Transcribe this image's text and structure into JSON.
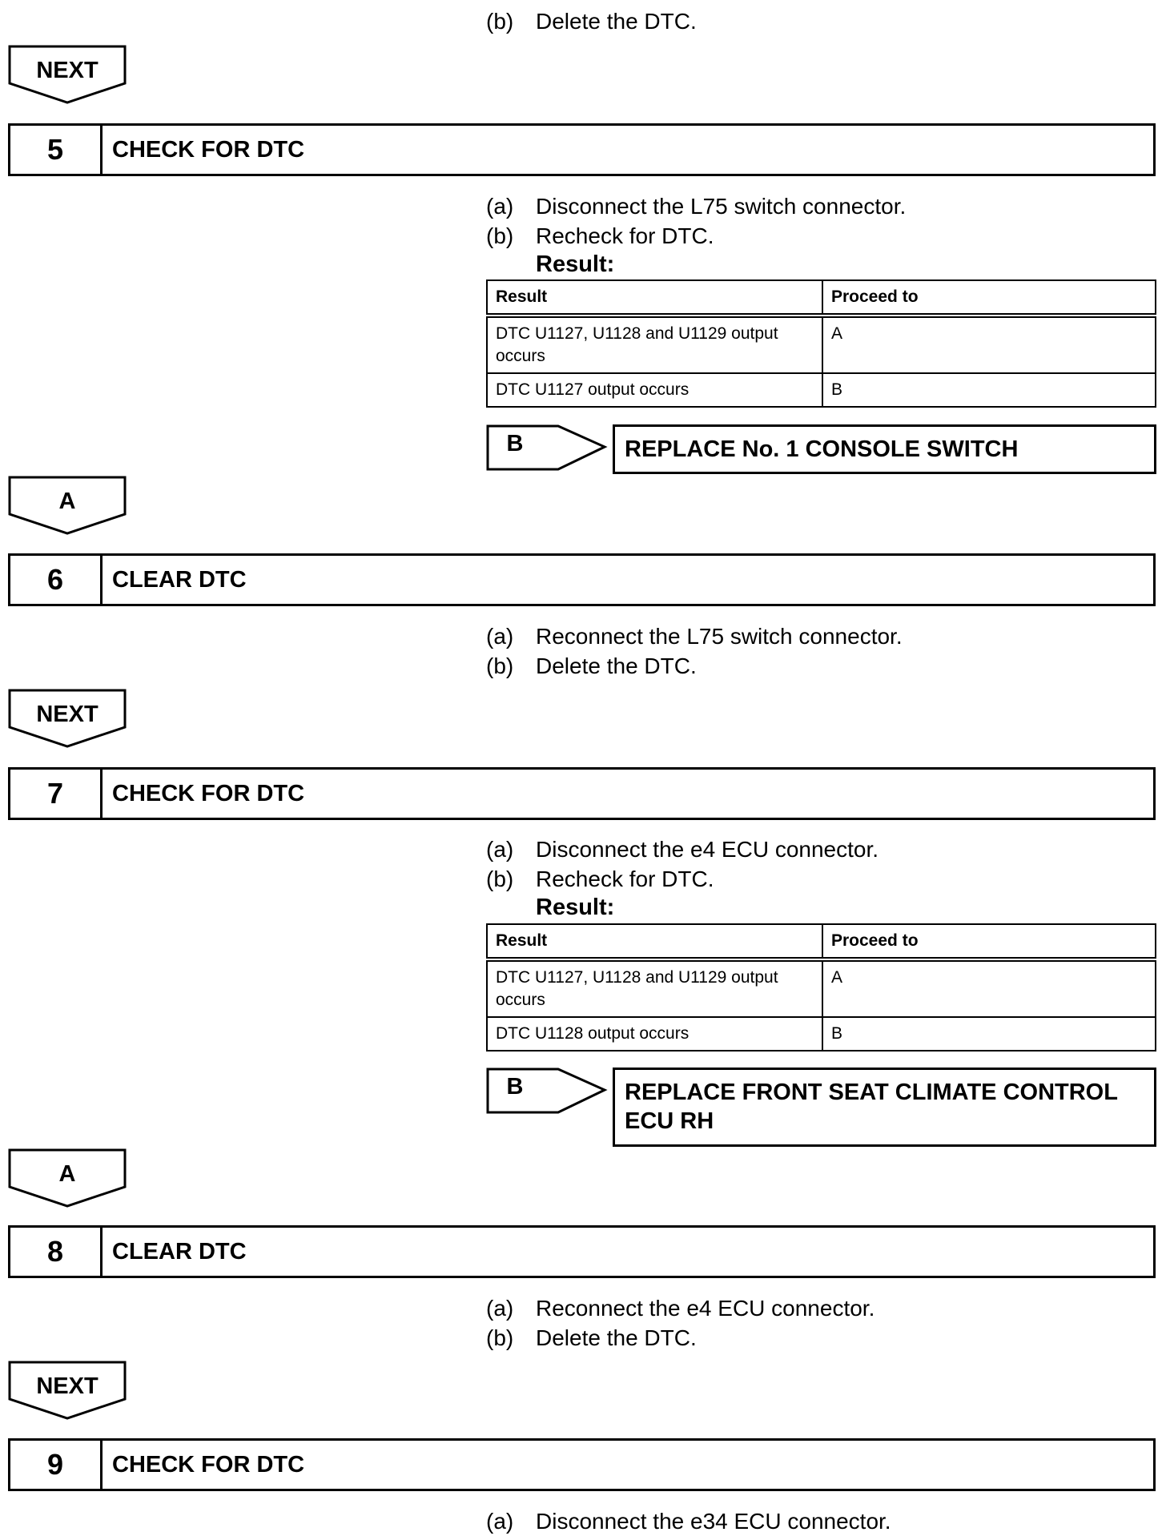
{
  "top": {
    "label": "(b)",
    "text": "Delete the DTC."
  },
  "nav_next_1": "NEXT",
  "step5": {
    "number": "5",
    "title": "CHECK FOR DTC",
    "items": [
      {
        "label": "(a)",
        "text": "Disconnect the L75 switch connector."
      },
      {
        "label": "(b)",
        "text": "Recheck for DTC."
      }
    ],
    "result_heading": "Result:",
    "table": {
      "headers": [
        "Result",
        "Proceed to"
      ],
      "rows": [
        {
          "result": "DTC U1127, U1128 and U1129 output occurs",
          "proceed": "A"
        },
        {
          "result": "DTC U1127 output occurs",
          "proceed": "B"
        }
      ]
    },
    "branch_label": "B",
    "branch_text": "REPLACE No. 1 CONSOLE SWITCH"
  },
  "nav_a_1": "A",
  "step6": {
    "number": "6",
    "title": "CLEAR DTC",
    "items": [
      {
        "label": "(a)",
        "text": "Reconnect the L75 switch connector."
      },
      {
        "label": "(b)",
        "text": "Delete the DTC."
      }
    ]
  },
  "nav_next_2": "NEXT",
  "step7": {
    "number": "7",
    "title": "CHECK FOR DTC",
    "items": [
      {
        "label": "(a)",
        "text": "Disconnect the e4 ECU connector."
      },
      {
        "label": "(b)",
        "text": "Recheck for DTC."
      }
    ],
    "result_heading": "Result:",
    "table": {
      "headers": [
        "Result",
        "Proceed to"
      ],
      "rows": [
        {
          "result": "DTC U1127, U1128 and U1129 output occurs",
          "proceed": "A"
        },
        {
          "result": "DTC U1128 output occurs",
          "proceed": "B"
        }
      ]
    },
    "branch_label": "B",
    "branch_text": "REPLACE FRONT SEAT CLIMATE CONTROL ECU RH"
  },
  "nav_a_2": "A",
  "step8": {
    "number": "8",
    "title": "CLEAR DTC",
    "items": [
      {
        "label": "(a)",
        "text": "Reconnect the e4 ECU connector."
      },
      {
        "label": "(b)",
        "text": "Delete the DTC."
      }
    ]
  },
  "nav_next_3": "NEXT",
  "step9": {
    "number": "9",
    "title": "CHECK FOR DTC",
    "items": [
      {
        "label": "(a)",
        "text": "Disconnect the e34 ECU connector."
      }
    ]
  }
}
